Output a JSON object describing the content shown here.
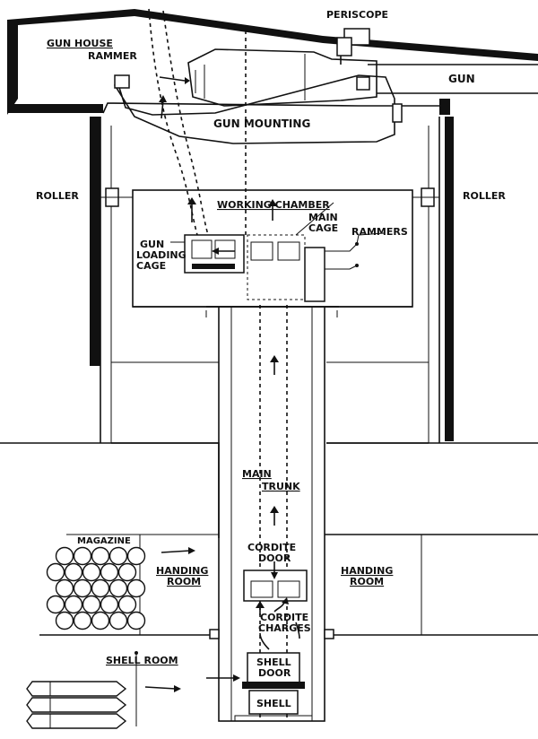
{
  "labels": {
    "periscope": "PERISCOPE",
    "gun_house": "GUN HOUSE",
    "rammer": "RAMMER",
    "gun": "GUN",
    "gun_mounting": "GUN MOUNTING",
    "roller_left": "ROLLER",
    "roller_right": "ROLLER",
    "working_chamber": "WORKING CHAMBER",
    "main_cage_1": "MAIN",
    "main_cage_2": "CAGE",
    "rammers": "RAMMERS",
    "gun_loading_1": "GUN",
    "gun_loading_2": "LOADING",
    "gun_loading_3": "CAGE",
    "main_trunk_1": "MAIN",
    "main_trunk_2": "TRUNK",
    "magazine": "MAGAZINE",
    "cordite_door_1": "CORDITE",
    "cordite_door_2": "DOOR",
    "handing_room_left_1": "HANDING",
    "handing_room_left_2": "ROOM",
    "handing_room_right_1": "HANDING",
    "handing_room_right_2": "ROOM",
    "cordite_charges_1": "CORDITE",
    "cordite_charges_2": "CHARGES",
    "shell_room": "SHELL ROOM",
    "shell_door_1": "SHELL",
    "shell_door_2": "DOOR",
    "shell": "SHELL"
  }
}
